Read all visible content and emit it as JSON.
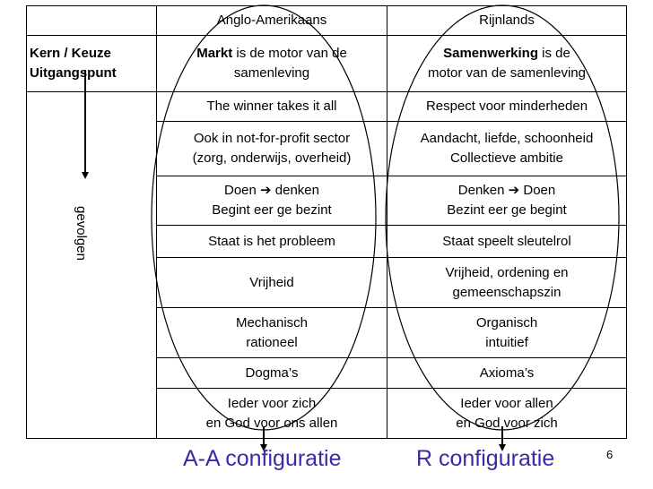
{
  "columns": {
    "left": "Anglo-Amerikaans",
    "right": "Rijnlands"
  },
  "row_header": {
    "line1": "Kern / Keuze",
    "line2": "Uitgangspunt"
  },
  "side_label": "gevolgen",
  "rows": [
    {
      "left": {
        "bold": "Markt",
        "rest": " is de motor van de",
        "line2": "samenleving"
      },
      "right": {
        "bold": "Samenwerking",
        "rest": " is de",
        "line2": "motor van de samenleving"
      }
    },
    {
      "left": [
        "The winner takes it all"
      ],
      "right": [
        "Respect voor minderheden"
      ]
    },
    {
      "left": [
        "Ook in not-for-profit sector",
        "(zorg, onderwijs, overheid)"
      ],
      "right": [
        "Aandacht, liefde, schoonheid",
        "Collectieve ambitie"
      ]
    },
    {
      "left": [
        "Doen ➔ denken",
        "Begint eer ge bezint"
      ],
      "right": [
        "Denken ➔ Doen",
        "Bezint eer ge begint"
      ]
    },
    {
      "left": [
        "Staat is het probleem"
      ],
      "right": [
        "Staat speelt sleutelrol"
      ]
    },
    {
      "left": [
        "Vrijheid"
      ],
      "right": [
        "Vrijheid, ordening en",
        "gemeenschapszin"
      ]
    },
    {
      "left": [
        "Mechanisch",
        "rationeel"
      ],
      "right": [
        "Organisch",
        "intuitief"
      ]
    },
    {
      "left": [
        "Dogma’s"
      ],
      "right": [
        "Axioma’s"
      ]
    },
    {
      "left": [
        "Ieder voor zich",
        "en God voor ons allen"
      ],
      "right": [
        "Ieder voor allen",
        "en God voor zich"
      ]
    }
  ],
  "configs": {
    "left": "A-A configuratie",
    "right": "R configuratie"
  },
  "page_number": "6",
  "colors": {
    "config_text": "#3b2aa6",
    "lines": "#000000"
  }
}
